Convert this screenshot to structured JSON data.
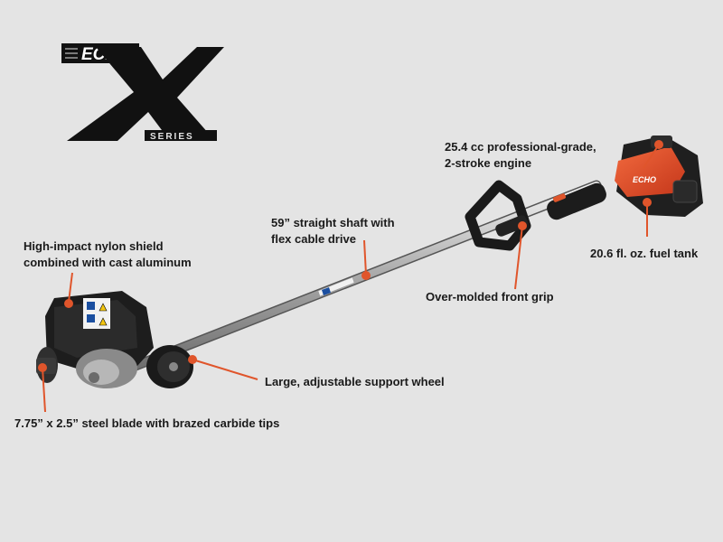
{
  "brand": {
    "logo_text": "ECHO",
    "series_letter": "X",
    "series_word": "SERIES",
    "logo_color": "#111111",
    "accent": "#e0552b"
  },
  "callouts": {
    "engine": {
      "line1": "25.4 cc professional-grade,",
      "line2": "2-stroke engine"
    },
    "fuel_tank": {
      "line1": "20.6 fl. oz. fuel tank"
    },
    "shaft": {
      "line1": "59” straight shaft with",
      "line2": "flex cable drive"
    },
    "shield": {
      "line1": "High-impact nylon shield",
      "line2": "combined with cast aluminum"
    },
    "front_grip": {
      "line1": "Over-molded front grip"
    },
    "support_wheel": {
      "line1": "Large, adjustable support wheel"
    },
    "blade": {
      "line1": "7.75” x 2.5” steel blade with brazed carbide tips"
    }
  }
}
